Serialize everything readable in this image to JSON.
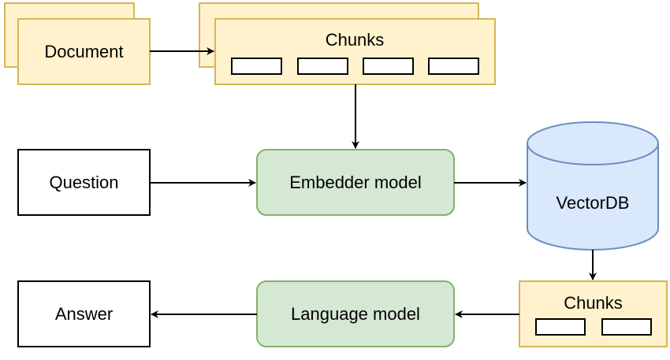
{
  "nodes": {
    "document": {
      "label": "Document"
    },
    "chunks_top": {
      "label": "Chunks"
    },
    "question": {
      "label": "Question"
    },
    "embedder": {
      "label": "Embedder model"
    },
    "vectordb": {
      "label": "VectorDB"
    },
    "answer": {
      "label": "Answer"
    },
    "language": {
      "label": "Language model"
    },
    "chunks_bottom": {
      "label": "Chunks"
    }
  },
  "colors": {
    "document_fill": "#fff2cc",
    "document_stroke": "#d6b656",
    "model_fill": "#d5e8d4",
    "model_stroke": "#82b366",
    "db_fill": "#dae8fc",
    "db_stroke": "#6c8ebf",
    "plain_fill": "#ffffff",
    "line": "#000000"
  }
}
